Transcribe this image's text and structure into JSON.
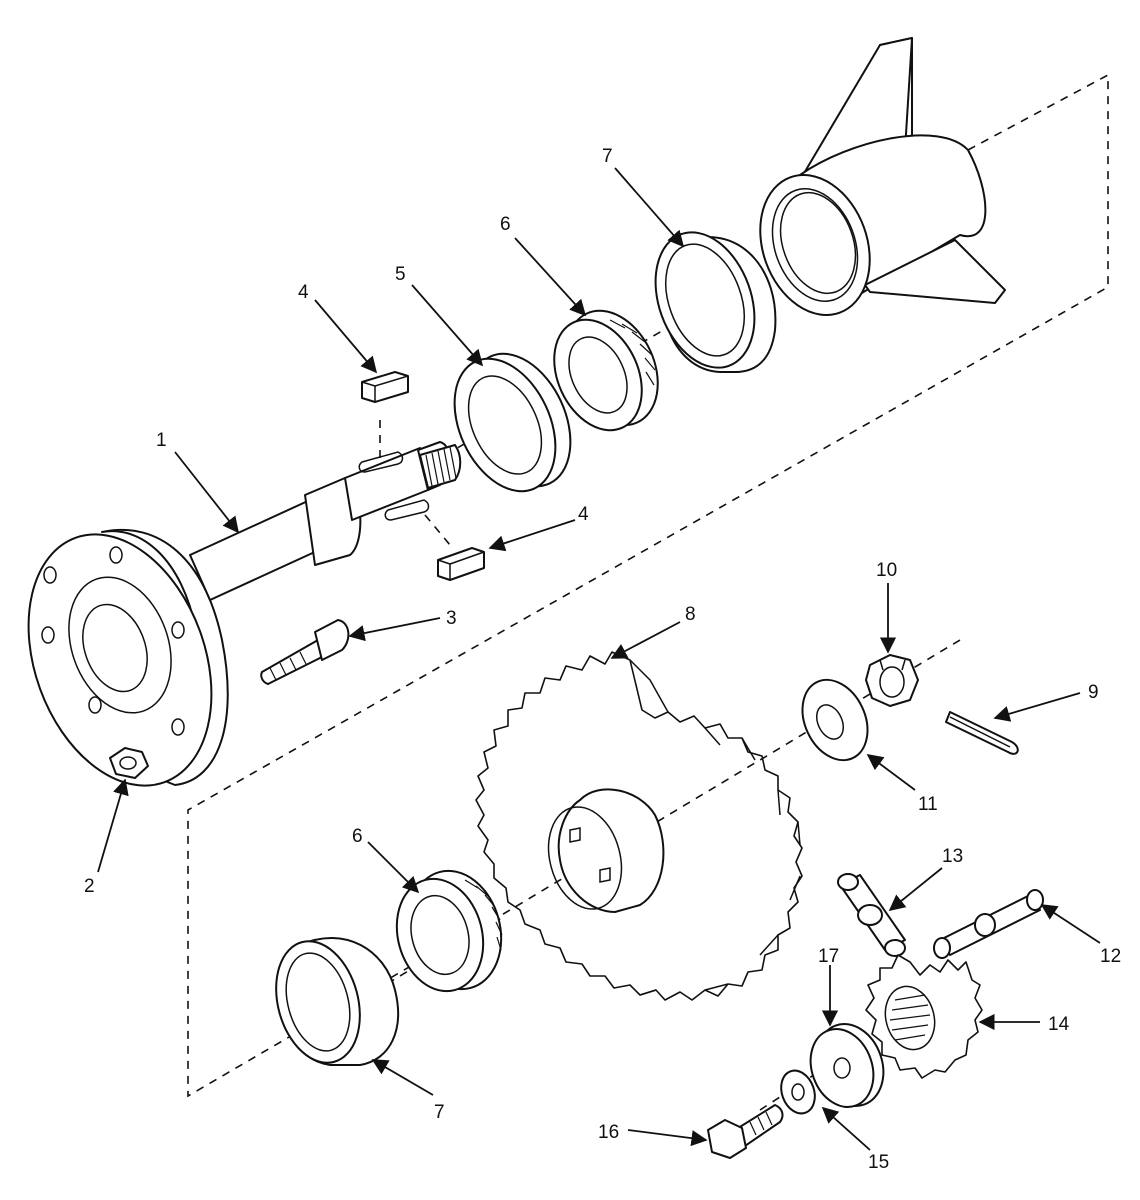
{
  "figure": {
    "callouts": [
      {
        "id": "c1",
        "text": "1"
      },
      {
        "id": "c2",
        "text": "2"
      },
      {
        "id": "c3",
        "text": "3"
      },
      {
        "id": "c4a",
        "text": "4"
      },
      {
        "id": "c4b",
        "text": "4"
      },
      {
        "id": "c5",
        "text": "5"
      },
      {
        "id": "c6a",
        "text": "6"
      },
      {
        "id": "c6b",
        "text": "6"
      },
      {
        "id": "c7a",
        "text": "7"
      },
      {
        "id": "c7b",
        "text": "7"
      },
      {
        "id": "c8",
        "text": "8"
      },
      {
        "id": "c9",
        "text": "9"
      },
      {
        "id": "c10",
        "text": "10"
      },
      {
        "id": "c11",
        "text": "11"
      },
      {
        "id": "c12",
        "text": "12"
      },
      {
        "id": "c13",
        "text": "13"
      },
      {
        "id": "c14",
        "text": "14"
      },
      {
        "id": "c15",
        "text": "15"
      },
      {
        "id": "c16",
        "text": "16"
      },
      {
        "id": "c17",
        "text": "17"
      }
    ]
  }
}
